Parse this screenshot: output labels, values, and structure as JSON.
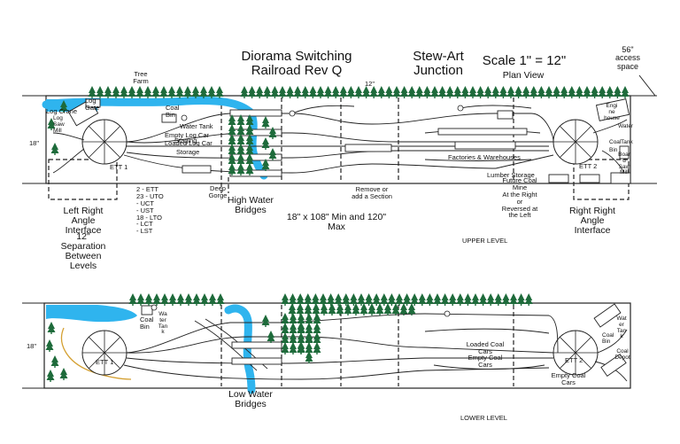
{
  "header": {
    "title": "Diorama Switching\nRailroad Rev Q",
    "junction": "Stew-Art\nJunction",
    "scale": "Scale 1\" = 12\"",
    "plan_view": "Plan View",
    "access": "56\"\naccess\nspace"
  },
  "upper": {
    "level_label": "UPPER LEVEL",
    "dim_12": "12\"",
    "dim_18": "18\"",
    "tree_farm": "Tree\nFarm",
    "log_gate": "Log\nGate",
    "log_crane": "Log Crane",
    "saw_mill_left": "Log\nSaw\nMill",
    "coal_bin": "Coal\nBin",
    "water_tank": "Water Tank",
    "empty_log": "Empty Log Car",
    "staging": "Staging",
    "loaded_log": "Loaded Log Car",
    "storage": "Storage",
    "ett1": "ETT 1",
    "ett2": "ETT 2",
    "deep_gorge": "Deep\nGorge",
    "high_water": "High Water\nBridges",
    "remove": "Remove or\nadd a Section",
    "factories": "Factories & Warehouses",
    "lumber": "Lumber Storage",
    "future_coal": "Future Coal\nMine\nAt the Right\nor\nReversed at\nthe Left",
    "engine": "Engi\nne\nhouse",
    "water_r": "Water",
    "coal_r": "Coal",
    "tank_r": "Tank",
    "bin_r": "Bin",
    "board_saw": "Boar\nd\nSaw\nMill",
    "track_list": "2 - ETT\n23 - UTO\n- UCT\n- UST\n18 - LTO\n- LCT\n- LST",
    "left_interface": "Left Right\nAngle\nInterface",
    "separation": "12\"\nSeparation\nBetween\nLevels",
    "size": "18\" x 108\" Min and 120\"\nMax",
    "right_interface": "Right Right\nAngle\nInterface"
  },
  "lower": {
    "level_label": "LOWER LEVEL",
    "dim_18": "18\"",
    "coal_bin": "Coal\nBin",
    "water_tank": "Wa\nter\nTan\nk",
    "ett1": "ETT 1",
    "ett2": "ETT 2",
    "low_water": "Low Water\nBridges",
    "loaded_coal": "Loaded Coal\nCars",
    "empty_coal_mid": "Empty Coal\nCars",
    "empty_coal_r": "Empty Coal\nCars",
    "water_tank_r": "Wat\ner\nTan\nk",
    "coal_bin_r": "Coal\nBin",
    "coal_depot": "Coal\nDepot"
  },
  "colors": {
    "water": "#2fb4ee",
    "tree": "#1e6b3b",
    "gorge": "#d4a032",
    "line": "#222222"
  }
}
